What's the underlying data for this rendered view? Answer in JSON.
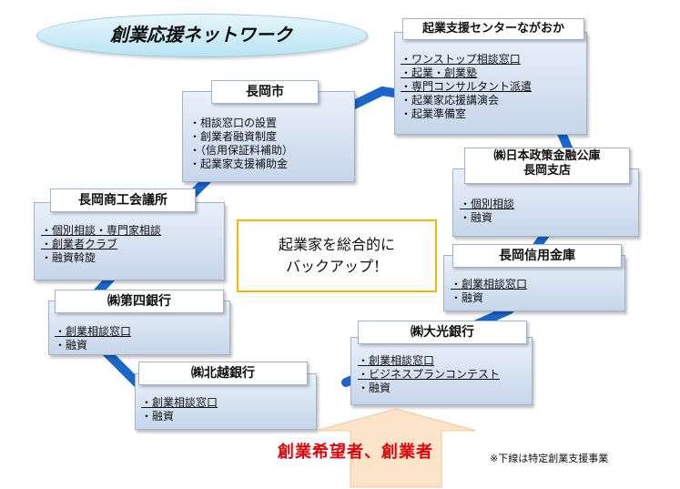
{
  "title": "創業応援ネットワーク",
  "center_message": [
    "起業家を総合的に",
    "バックアップ！"
  ],
  "applicant_label": "創業希望者、創業者",
  "footnote": "※下線は特定創業支援事業",
  "nodes": {
    "nagaoka_city": {
      "name": "長岡市",
      "items": [
        "相談窓口の設置",
        "創業者融資制度",
        "（信用保証料補助）",
        "起業家支援補助金"
      ]
    },
    "center": {
      "name": "起業支援センターながおか",
      "items": [
        "ワンストップ相談窓口",
        "起業・創業塾",
        "専門コンサルタント派遣",
        "起業家応援講演会",
        "起業準備室"
      ]
    },
    "jfc": {
      "name_line1": "㈱日本政策金融公庫",
      "name_line2": "長岡支店",
      "items": [
        "個別相談",
        "融資"
      ]
    },
    "shinkin": {
      "name": "長岡信用金庫",
      "items": [
        "創業相談窓口",
        "融資"
      ]
    },
    "taiko": {
      "name": "㈱大光銀行",
      "items": [
        "創業相談窓口",
        "ビジネスプランコンテスト",
        "融資"
      ]
    },
    "hokuetsu": {
      "name": "㈱北越銀行",
      "items": [
        "創業相談窓口",
        "融資"
      ]
    },
    "daishi": {
      "name": "㈱第四銀行",
      "items": [
        "創業相談窓口",
        "融資"
      ]
    },
    "chamber": {
      "name": "長岡商工会議所",
      "items": [
        "個別相談・専門家相談",
        "創業者クラブ",
        "融資斡旋"
      ]
    }
  },
  "colors": {
    "connector": "#1a67c9",
    "arrow": "#fce4c8",
    "applicant": "#e0000a",
    "center_border": "#f2b800"
  }
}
